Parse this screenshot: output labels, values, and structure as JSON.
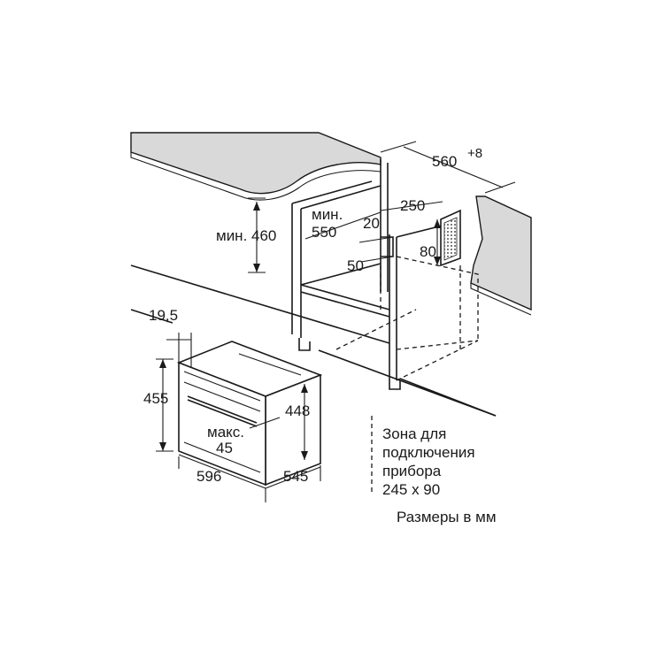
{
  "dimensions": {
    "niche_width": "560",
    "niche_width_tolerance": "+8",
    "depth_250": "250",
    "gap_20": "20",
    "min_label_a": "мин.",
    "min_depth": "550",
    "min_label_b": "мин. 460",
    "gap_50": "50",
    "vent_80": "80",
    "front_19_5": "19,5",
    "height_455": "455",
    "height_448": "448",
    "max_label": "макс.",
    "max_45": "45",
    "width_596": "596",
    "depth_545": "545"
  },
  "notes": {
    "connection_zone_line1": "Зона для",
    "connection_zone_line2": "подключения",
    "connection_zone_line3": "прибора",
    "connection_zone_line4": "245 x 90",
    "units": "Размеры в мм"
  }
}
